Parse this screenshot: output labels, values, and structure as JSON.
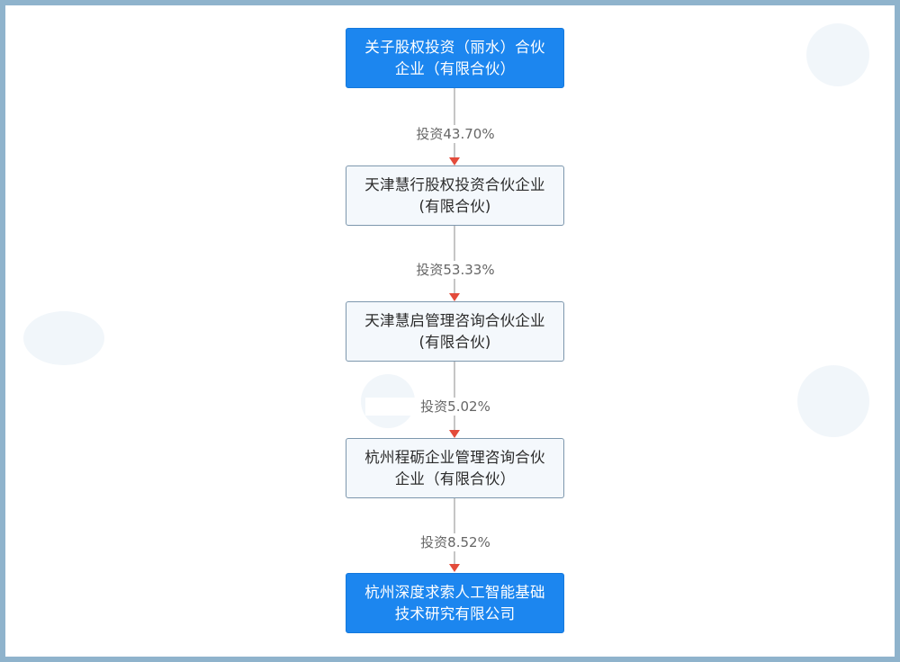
{
  "nodes": [
    {
      "line1": "关子股权投资（丽水）合伙",
      "line2": "企业（有限合伙）"
    },
    {
      "line1": "天津慧行股权投资合伙企业",
      "line2": "(有限合伙)"
    },
    {
      "line1": "天津慧启管理咨询合伙企业",
      "line2": "(有限合伙)"
    },
    {
      "line1": "杭州程砺企业管理咨询合伙",
      "line2": "企业（有限合伙）"
    },
    {
      "line1": "杭州深度求索人工智能基础",
      "line2": "技术研究有限公司"
    }
  ],
  "edges": [
    {
      "label": "投资43.70%"
    },
    {
      "label": "投资53.33%"
    },
    {
      "label": "投资5.02%"
    },
    {
      "label": "投资8.52%"
    }
  ],
  "colors": {
    "primary_node": "#1c86ef",
    "secondary_node": "#f4f8fc",
    "arrow": "#e34b3b",
    "border_frame": "#8fb3cc"
  }
}
